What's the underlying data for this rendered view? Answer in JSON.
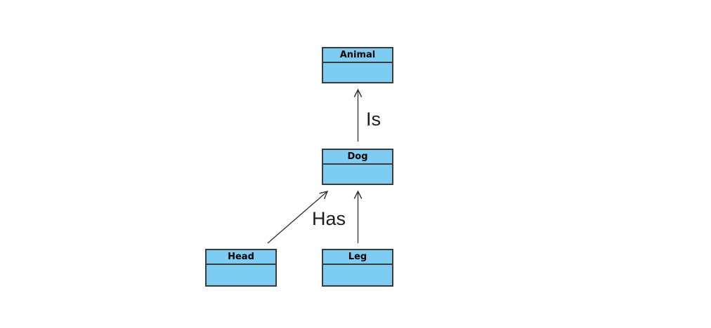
{
  "diagram": {
    "type": "uml-class-diagram",
    "colors": {
      "background": "#ffffff",
      "node_fill": "#7dcdf2",
      "node_border": "#3b3b3b",
      "edge_stroke": "#2f2f2f",
      "title_text": "#000000",
      "label_text": "#1c1c1c"
    },
    "nodes": [
      {
        "id": "animal",
        "title": "Animal"
      },
      {
        "id": "dog",
        "title": "Dog"
      },
      {
        "id": "head",
        "title": "Head"
      },
      {
        "id": "leg",
        "title": "Leg"
      }
    ],
    "edges": [
      {
        "id": "dog-to-animal",
        "from": "Dog",
        "to": "Animal",
        "label": "Is"
      },
      {
        "id": "head-to-dog",
        "from": "Head",
        "to": "Dog",
        "label": "Has"
      },
      {
        "id": "leg-to-dog",
        "from": "Leg",
        "to": "Dog",
        "label": ""
      }
    ]
  }
}
